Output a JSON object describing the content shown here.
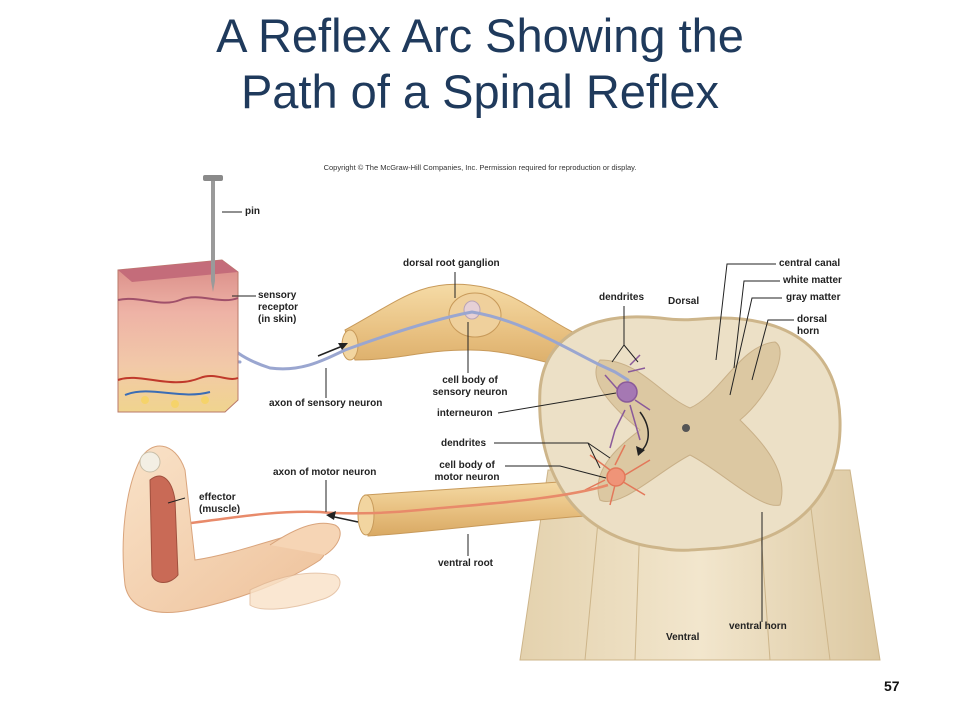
{
  "slide": {
    "title_line1": "A Reflex Arc Showing the",
    "title_line2": "Path of a Spinal Reflex",
    "copyright": "Copyright © The McGraw-Hill Companies, Inc. Permission required for reproduction or display.",
    "page_number": "57"
  },
  "labels": {
    "pin": "pin",
    "sensory_receptor_1": "sensory",
    "sensory_receptor_2": "receptor",
    "sensory_receptor_3": "(in skin)",
    "axon_sensory": "axon of sensory neuron",
    "dorsal_root_ganglion": "dorsal root ganglion",
    "cell_body_sensory_1": "cell body of",
    "cell_body_sensory_2": "sensory neuron",
    "interneuron": "interneuron",
    "dendrites_upper": "dendrites",
    "dendrites_lower": "dendrites",
    "cell_body_motor_1": "cell body of",
    "cell_body_motor_2": "motor neuron",
    "axon_motor": "axon of motor neuron",
    "effector_1": "effector",
    "effector_2": "(muscle)",
    "ventral_root": "ventral root",
    "dorsal": "Dorsal",
    "ventral": "Ventral",
    "central_canal": "central canal",
    "white_matter": "white matter",
    "gray_matter": "gray matter",
    "dorsal_horn_1": "dorsal",
    "dorsal_horn_2": "horn",
    "ventral_horn": "ventral horn"
  },
  "colors": {
    "title": "#1f3a5c",
    "nerve": "#ecc98c",
    "spinal_white": "#ede1c8",
    "gray_matter": "#dccaa6",
    "sensory_neuron": "#9aa6d0",
    "interneuron": "#9a6aa8",
    "motor_neuron": "#e88a6a",
    "skin": "#e9a7a0",
    "muscle": "#c46a55",
    "arm": "#f6d5b5"
  }
}
